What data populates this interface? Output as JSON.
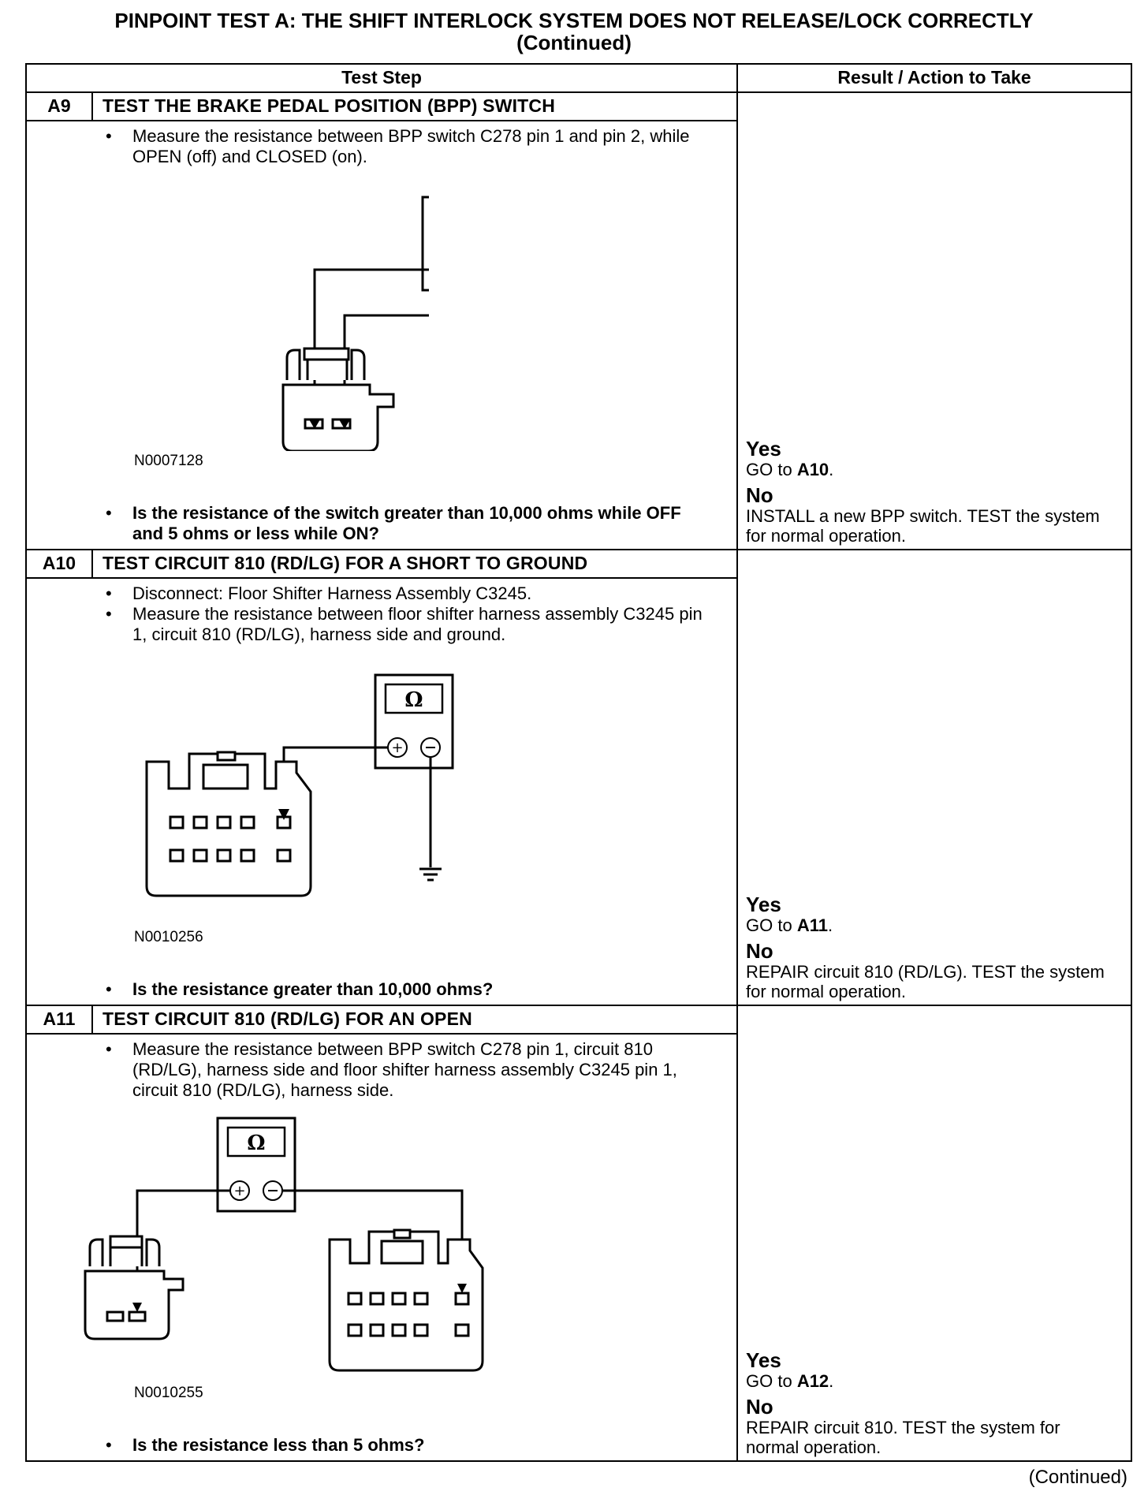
{
  "header": {
    "title_line1": "PINPOINT TEST  A: THE SHIFT INTERLOCK SYSTEM DOES NOT RELEASE/LOCK CORRECTLY",
    "title_line2": "(Continued)"
  },
  "table": {
    "col_test_step": "Test Step",
    "col_result": "Result / Action to Take"
  },
  "steps": [
    {
      "id": "A9",
      "heading": "TEST THE BRAKE PEDAL POSITION (BPP) SWITCH",
      "bullets": [
        "Measure the resistance between BPP switch C278 pin 1 and pin 2, while OPEN (off) and CLOSED (on)."
      ],
      "figure_id": "N0007128",
      "question": "Is the resistance of the switch greater than 10,000 ohms while OFF and 5 ohms or less while ON?",
      "yes_label": "Yes",
      "yes_prefix": "GO to ",
      "yes_target": "A10",
      "yes_suffix": ".",
      "no_label": "No",
      "no_action": "INSTALL a new BPP switch. TEST the system for normal operation."
    },
    {
      "id": "A10",
      "heading": "TEST CIRCUIT 810 (RD/LG) FOR A SHORT TO GROUND",
      "bullets": [
        "Disconnect: Floor Shifter Harness Assembly C3245.",
        "Measure the resistance between floor shifter harness assembly C3245 pin 1, circuit 810 (RD/LG), harness side and ground."
      ],
      "figure_id": "N0010256",
      "question": "Is the resistance greater than 10,000 ohms?",
      "yes_label": "Yes",
      "yes_prefix": "GO to ",
      "yes_target": "A11",
      "yes_suffix": ".",
      "no_label": "No",
      "no_action": "REPAIR circuit 810 (RD/LG). TEST the system for normal operation."
    },
    {
      "id": "A11",
      "heading": "TEST CIRCUIT 810 (RD/LG) FOR AN OPEN",
      "bullets": [
        "Measure the resistance between BPP switch C278 pin 1, circuit 810 (RD/LG), harness side and floor shifter harness assembly C3245 pin 1, circuit 810 (RD/LG), harness side."
      ],
      "figure_id": "N0010255",
      "question": "Is the resistance less than 5 ohms?",
      "yes_label": "Yes",
      "yes_prefix": "GO to ",
      "yes_target": "A12",
      "yes_suffix": ".",
      "no_label": "No",
      "no_action": "REPAIR circuit 810. TEST the system for normal operation."
    }
  ],
  "meter_symbol": "Ω",
  "footer": {
    "continued": "(Continued)"
  }
}
